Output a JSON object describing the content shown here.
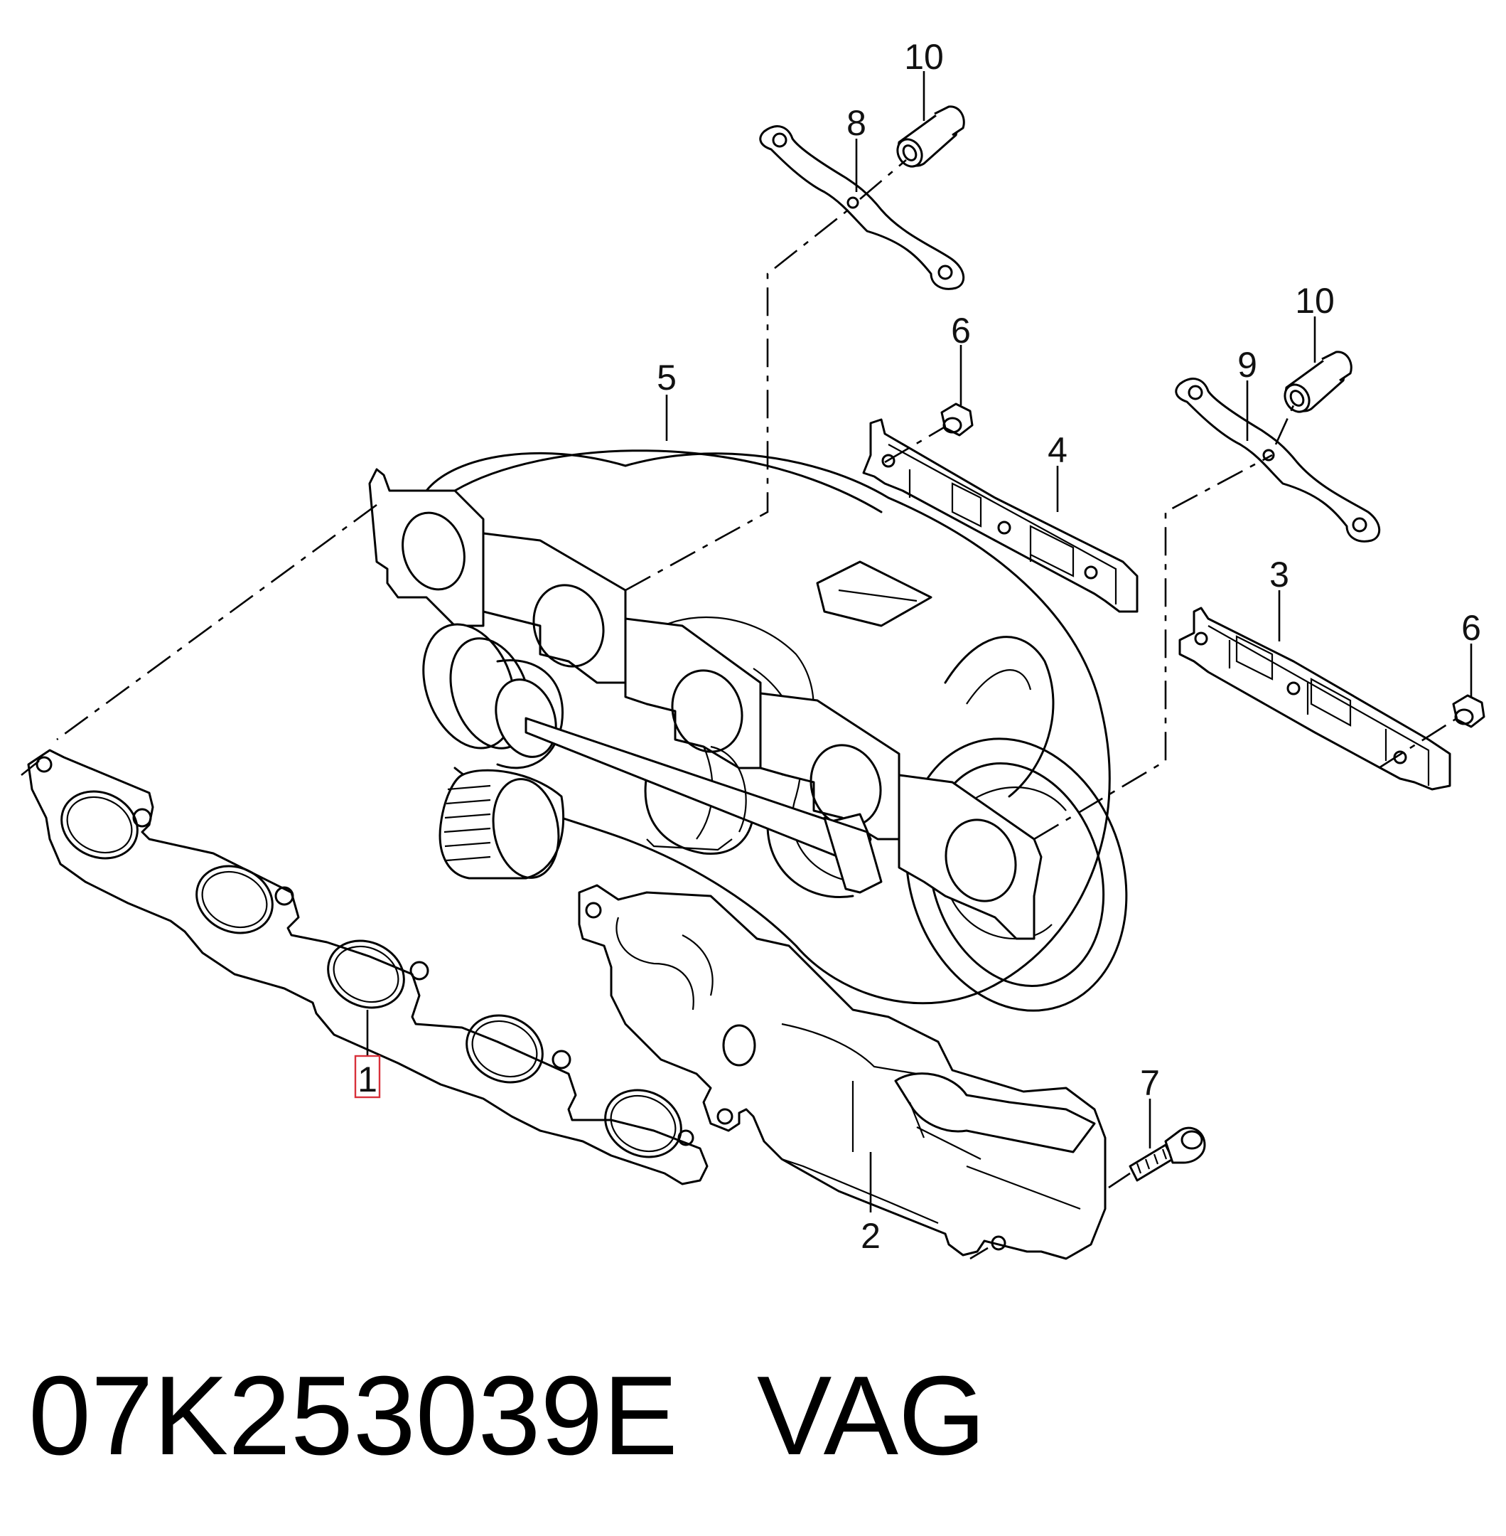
{
  "caption": {
    "part_number": "07K253039E",
    "brand": "VAG"
  },
  "callouts": {
    "c1": "1",
    "c2": "2",
    "c3": "3",
    "c4": "4",
    "c5": "5",
    "c6a": "6",
    "c6b": "6",
    "c7": "7",
    "c8": "8",
    "c9": "9",
    "c10a": "10",
    "c10b": "10"
  },
  "highlight": {
    "color": "#d8303a",
    "callout": "1"
  }
}
